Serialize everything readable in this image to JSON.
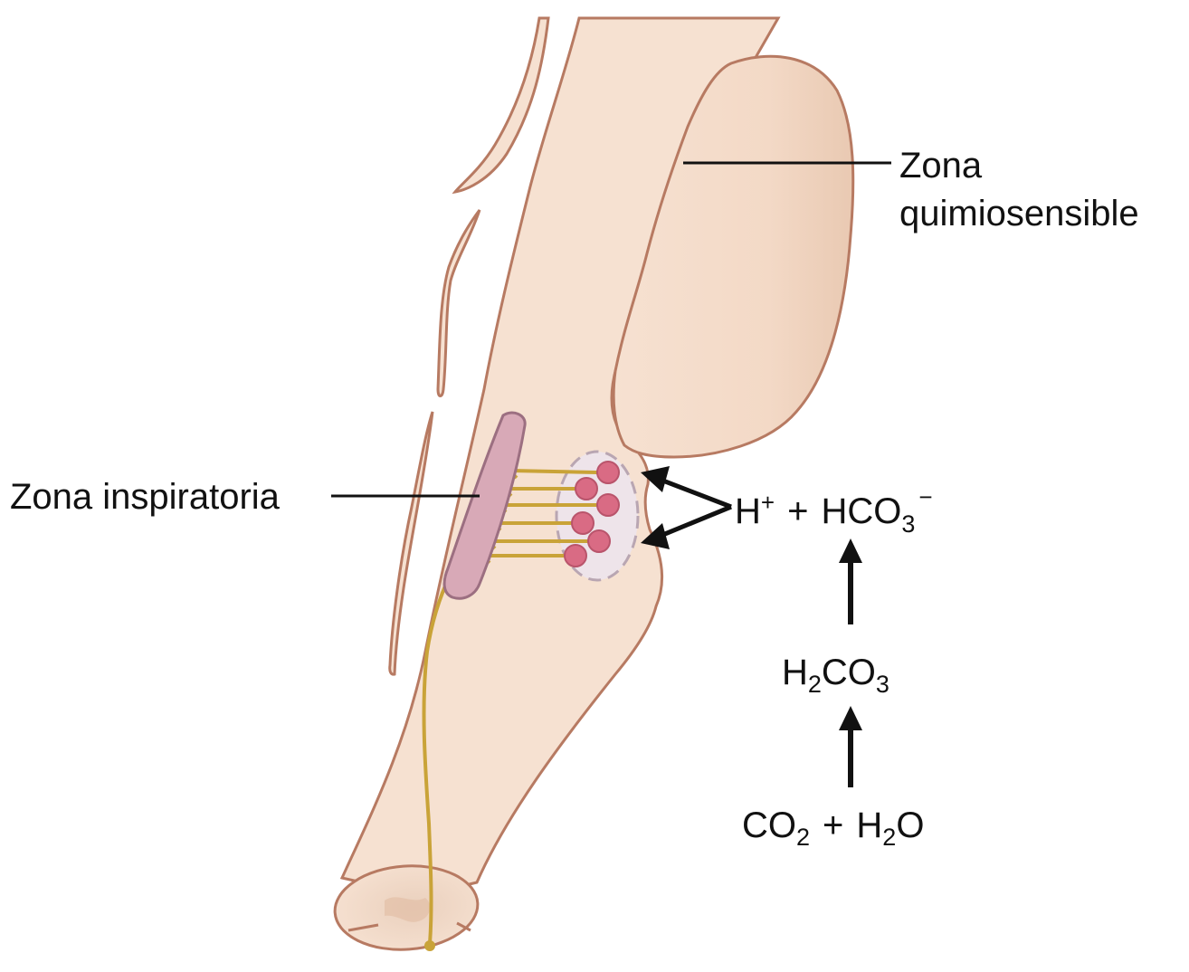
{
  "labels": {
    "chemo_line1": "Zona",
    "chemo_line2": "quimiosensible",
    "inspiratory": "Zona inspiratoria"
  },
  "formulas": {
    "ions": {
      "h": "H",
      "h_charge": "+",
      "plus": "+",
      "hco": "HCO",
      "hco_sub": "3",
      "hco_charge": "−"
    },
    "carbonic_acid": {
      "h": "H",
      "h_sub": "2",
      "co": "CO",
      "co_sub": "3"
    },
    "reactants": {
      "co": "CO",
      "co_sub": "2",
      "plus": "+",
      "h": "H",
      "h_sub": "2",
      "o": "O"
    }
  },
  "colors": {
    "tissue": "#f6e1d1",
    "tissue_shadow": "#eccfb9",
    "outline": "#b77a62",
    "nerve": "#c9a338",
    "nucleus_band": "#d8a9b7",
    "neuron": "#d96b84",
    "arrow": "#111111"
  }
}
